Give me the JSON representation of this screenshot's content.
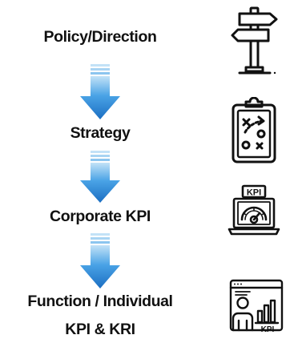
{
  "steps": [
    {
      "label": "Policy/Direction",
      "icon": "signpost-icon"
    },
    {
      "label": "Strategy",
      "icon": "strategy-clipboard-icon"
    },
    {
      "label": "Corporate KPI",
      "icon": "kpi-gauge-laptop-icon"
    },
    {
      "label_line1": "Function / Individual",
      "label_line2": "KPI & KRI",
      "icon": "kpi-dashboard-person-icon"
    }
  ],
  "icon_text": {
    "kpi_badge": "KPI",
    "kpi_screen": "KPI"
  },
  "colors": {
    "arrow_top": "#b8dcf5",
    "arrow_mid": "#4aa3e6",
    "arrow_bottom": "#1b6ec2",
    "text": "#111111",
    "icon_stroke": "#111111"
  }
}
